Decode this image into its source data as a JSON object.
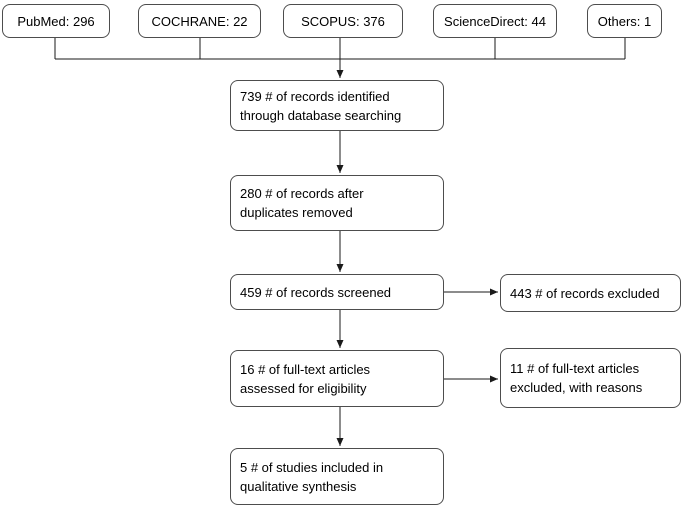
{
  "colors": {
    "background": "#ffffff",
    "box_border": "#4d4d4d",
    "connector": "#1a1a1a",
    "text": "#000000"
  },
  "diagram": {
    "type": "flowchart",
    "sources": [
      {
        "name": "PubMed",
        "count": 296,
        "label": "PubMed: 296"
      },
      {
        "name": "COCHRANE",
        "count": 22,
        "label": "COCHRANE: 22"
      },
      {
        "name": "SCOPUS",
        "count": 376,
        "label": "SCOPUS: 376"
      },
      {
        "name": "ScienceDirect",
        "count": 44,
        "label": "ScienceDirect: 44"
      },
      {
        "name": "Others",
        "count": 1,
        "label": "Others: 1"
      }
    ],
    "main_flow": [
      {
        "id": "records-identified",
        "count": 739,
        "lines": [
          "739 # of records identified",
          "through database searching"
        ]
      },
      {
        "id": "records-after-duplicates",
        "count": 280,
        "lines": [
          "280 # of records after",
          "duplicates removed"
        ]
      },
      {
        "id": "records-screened",
        "count": 459,
        "lines": [
          "459 # of records screened"
        ]
      },
      {
        "id": "fulltext-assessed",
        "count": 16,
        "lines": [
          "16 # of full-text articles",
          "assessed for eligibility"
        ]
      },
      {
        "id": "studies-included",
        "count": 5,
        "lines": [
          "5 # of studies included in",
          "qualitative synthesis"
        ]
      }
    ],
    "exclusions": [
      {
        "id": "records-excluded",
        "count": 443,
        "lines": [
          "443 # of records excluded"
        ]
      },
      {
        "id": "fulltext-excluded",
        "count": 11,
        "lines": [
          "11 # of full-text articles",
          "excluded, with reasons"
        ]
      }
    ]
  }
}
